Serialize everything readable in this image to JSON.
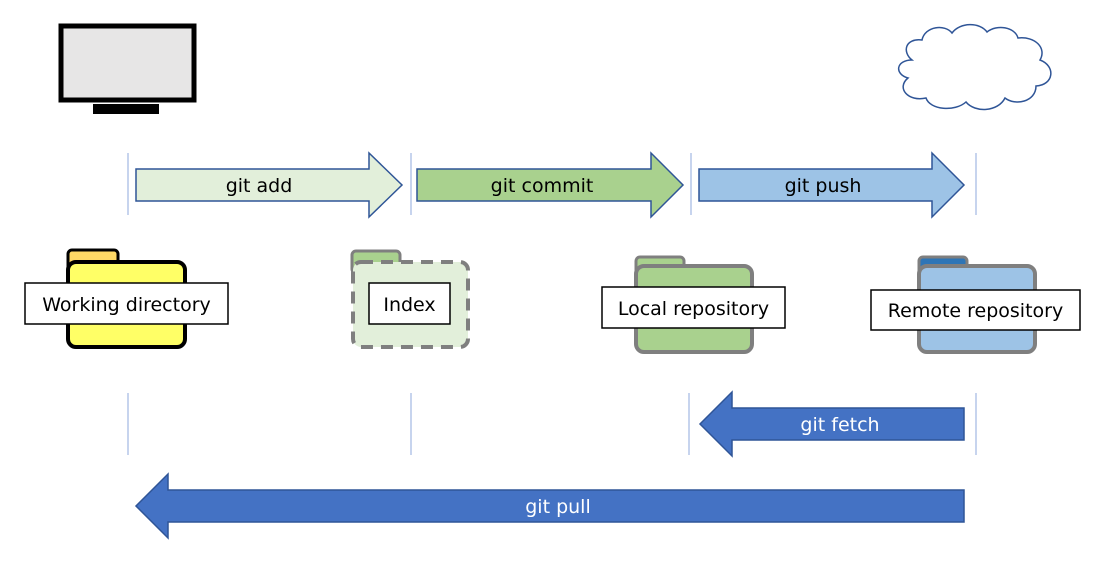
{
  "nodes": {
    "working": {
      "label": "Working directory"
    },
    "index": {
      "label": "Index"
    },
    "local": {
      "label": "Local repository"
    },
    "remote": {
      "label": "Remote repository"
    }
  },
  "commands": {
    "add": "git add",
    "commit": "git commit",
    "push": "git push",
    "fetch": "git fetch",
    "pull": "git pull"
  },
  "colors": {
    "add_fill": "#e2efda",
    "commit_fill": "#a9d18e",
    "push_fill": "#9dc3e6",
    "fetch_pull_fill": "#4472c4",
    "arrow_stroke": "#2f5597",
    "working_folder": "#ffff66",
    "working_tab": "#ffd966",
    "index_folder": "#e2efda",
    "index_tab": "#a9d18e",
    "local_folder": "#a9d18e",
    "remote_folder": "#9dc3e6",
    "remote_tab": "#2e75b6",
    "monitor_screen": "#e7e6e6",
    "divider": "#8faadc"
  },
  "icons": {
    "computer": "monitor-icon",
    "cloud": "cloud-icon"
  }
}
